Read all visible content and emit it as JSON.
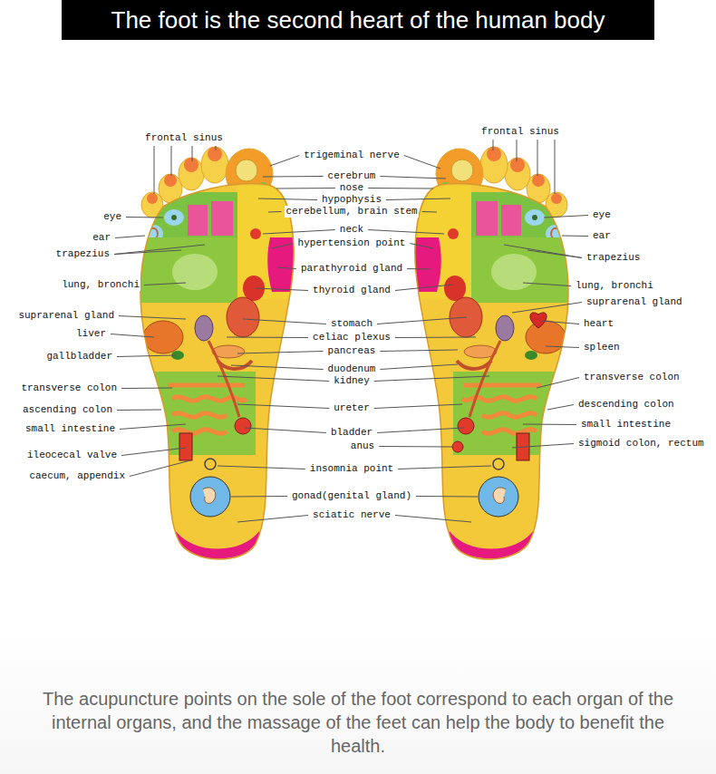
{
  "diagram": {
    "title": "The foot is the second heart of the human body",
    "caption": "The acupuncture points on the sole of the foot correspond to each organ of the internal organs, and the massage of the feet can help the body to benefit the health.",
    "labels": [
      "frontal sinus",
      "eye",
      "ear",
      "trapezius",
      "lung, bronchi",
      "suprarenal gland",
      "liver",
      "gallbladder",
      "transverse colon",
      "ascending colon",
      "small intestine",
      "ileocecal valve",
      "caecum, appendix",
      "trigeminal nerve",
      "cerebrum",
      "nose",
      "hypophysis",
      "cerebellum, brain stem",
      "neck",
      "hypertension point",
      "parathyroid gland",
      "thyroid gland",
      "stomach",
      "celiac plexus",
      "pancreas",
      "duodenum",
      "kidney",
      "ureter",
      "bladder",
      "anus",
      "insomnia point",
      "gonad(genital gland)",
      "sciatic nerve",
      "frontal sinus",
      "eye",
      "ear",
      "trapezius",
      "lung, bronchi",
      "suprarenal gland",
      "heart",
      "spleen",
      "transverse colon",
      "descending colon",
      "small intestine",
      "sigmoid colon, rectum"
    ]
  }
}
